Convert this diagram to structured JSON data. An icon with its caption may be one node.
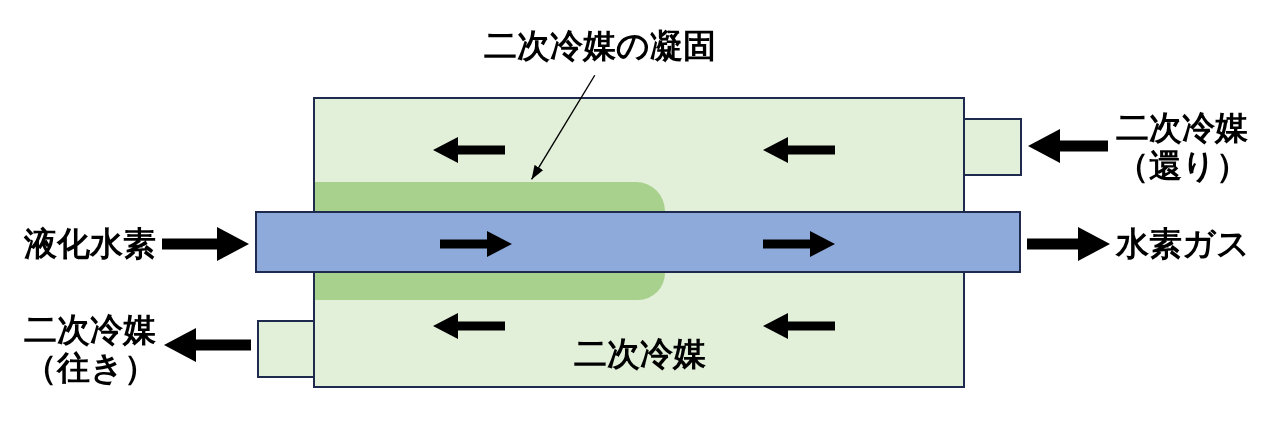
{
  "diagram": {
    "nodes": [
      {
        "text": [
          "二次冷媒の凝固"
        ]
      },
      {
        "text": [
          "二次冷媒"
        ]
      },
      {
        "text": [],
        "shape": "box"
      },
      {
        "text": [
          "二次冷媒（還り）"
        ]
      },
      {
        "text": [],
        "shape": "box",
        "in": 1
      },
      {
        "text": [
          "液化水素"
        ]
      },
      {
        "text": [],
        "shape": "box"
      },
      {
        "text": [
          "水素ガス"
        ]
      },
      {
        "text": [],
        "shape": "box",
        "in": 1
      },
      {
        "text": [
          "二次冷媒（往き）"
        ]
      },
      {
        "text": [],
        "shape": "box"
      }
    ],
    "edges": [
      {
        "from": 0,
        "to": 4,
        "arrow": "to"
      },
      {
        "from": 3,
        "to": 2,
        "arrow": "to"
      },
      {
        "from": 5,
        "to": 6,
        "arrow": "to"
      },
      {
        "from": 6,
        "to": 7,
        "arrow": "to"
      },
      {
        "from": 10,
        "to": 9,
        "arrow": "to"
      }
    ]
  }
}
